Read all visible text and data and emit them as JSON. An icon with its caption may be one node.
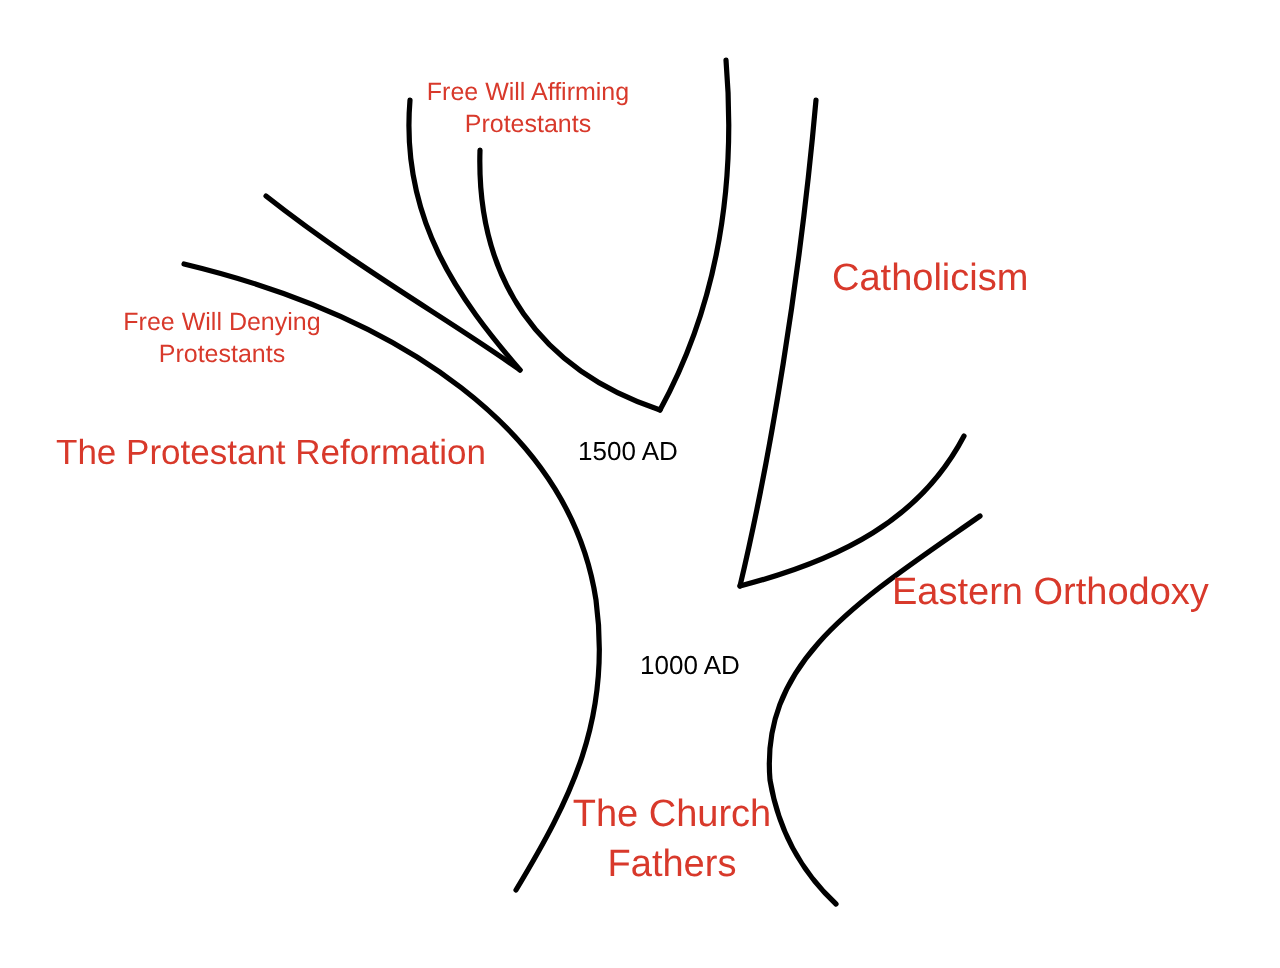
{
  "diagram": {
    "labels": [
      "Free Will Affirming Protestants",
      "Catholicism",
      "Free Will Denying Protestants",
      "The Protestant Reformation",
      "1500 AD",
      "Eastern Orthodoxy",
      "1000 AD",
      "The Church Fathers"
    ]
  }
}
